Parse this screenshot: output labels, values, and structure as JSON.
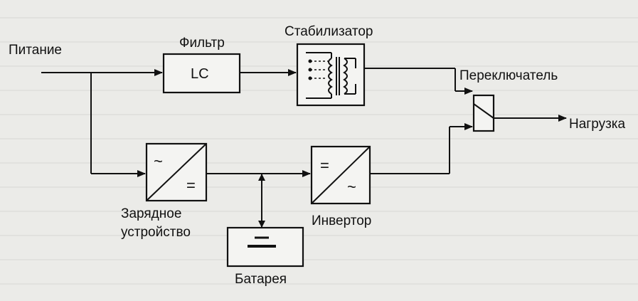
{
  "diagram": {
    "labels": {
      "power_input": "Питание",
      "filter": "Фильтр",
      "filter_inner": "LC",
      "stabilizer": "Стабилизатор",
      "switch": "Переключатель",
      "load": "Нагрузка",
      "charger_line1": "Зарядное",
      "charger_line2": "устройство",
      "inverter": "Инвертор",
      "battery": "Батарея"
    },
    "converter_symbols": {
      "charger_top": "~",
      "charger_bottom": "=",
      "inverter_top": "=",
      "inverter_bottom": "~"
    },
    "colors": {
      "line": "#111111",
      "paper": "#eeeeec",
      "bleed_text": "#b9b9b6"
    }
  }
}
